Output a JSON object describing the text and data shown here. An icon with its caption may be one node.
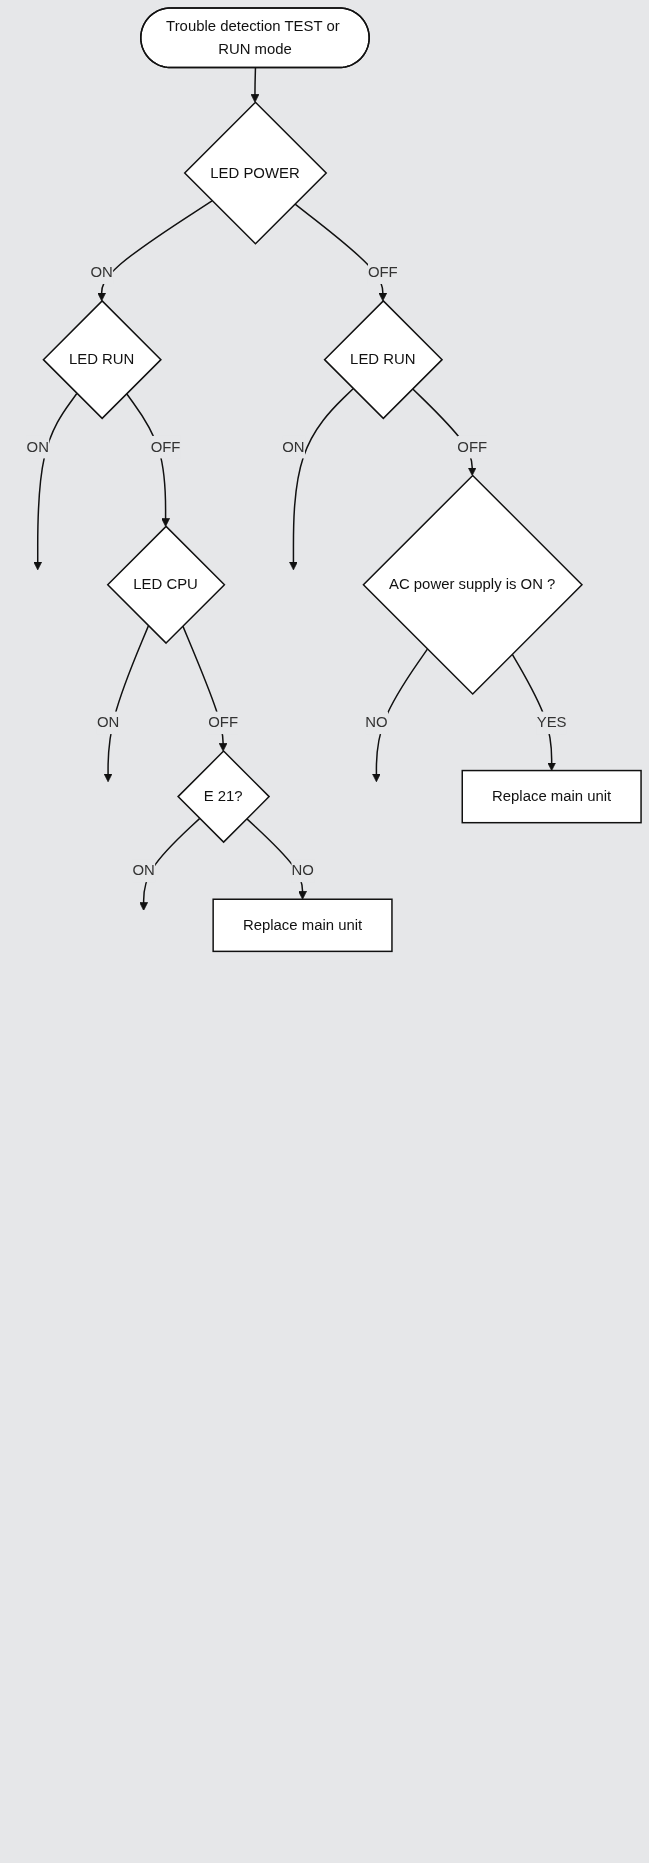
{
  "diagram": {
    "nodes": [
      {
        "text": [
          "Trouble detection TEST or RUN mode"
        ]
      },
      {
        "text": [
          "LED POWER"
        ]
      },
      {
        "text": [
          "LED RUN"
        ]
      },
      {
        "text": [
          "LED CPU"
        ]
      },
      {
        "text": [
          "E 21?"
        ]
      },
      {
        "text": [
          "Replace main unit"
        ]
      },
      {
        "text": [
          "LED RUN"
        ]
      },
      {
        "text": [
          "AC power supply is ON ?"
        ]
      },
      {
        "text": [
          "Replace main unit"
        ]
      }
    ],
    "edges": [
      {
        "from": 0,
        "to": 1,
        "arrow": "to"
      },
      {
        "from": 1,
        "to": 2,
        "arrow": "to",
        "label": "ON"
      },
      {
        "from": 1,
        "to": 6,
        "arrow": "to",
        "label": "OFF"
      },
      {
        "from": 2,
        "to": null,
        "arrow": "to",
        "label": "ON"
      },
      {
        "from": 2,
        "to": 3,
        "arrow": "to",
        "label": "OFF"
      },
      {
        "from": 3,
        "to": null,
        "arrow": "to",
        "label": "ON"
      },
      {
        "from": 3,
        "to": 4,
        "arrow": "to",
        "label": "OFF"
      },
      {
        "from": 4,
        "to": null,
        "arrow": "to",
        "label": "ON"
      },
      {
        "from": 4,
        "to": 5,
        "arrow": "to",
        "label": "NO"
      },
      {
        "from": 6,
        "to": null,
        "arrow": "to",
        "label": "ON"
      },
      {
        "from": 6,
        "to": 7,
        "arrow": "to",
        "label": "OFF"
      },
      {
        "from": 7,
        "to": null,
        "arrow": "to",
        "label": "NO"
      },
      {
        "from": 7,
        "to": 8,
        "arrow": "to",
        "label": "YES"
      }
    ]
  }
}
